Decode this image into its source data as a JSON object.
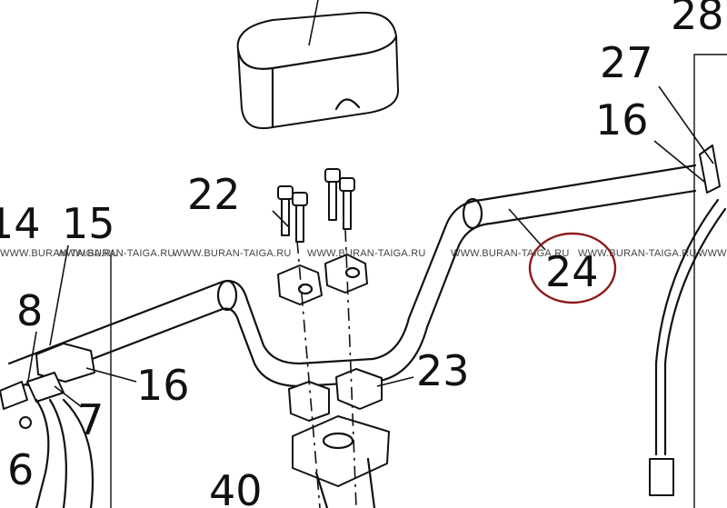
{
  "watermark": "WWW.BURAN-TAIGA.RU",
  "part_numbers": [
    "14",
    "15",
    "8",
    "16",
    "7",
    "6",
    "22",
    "23",
    "24",
    "40",
    "16",
    "27",
    "28"
  ],
  "highlight_color": "#8b1a1a"
}
